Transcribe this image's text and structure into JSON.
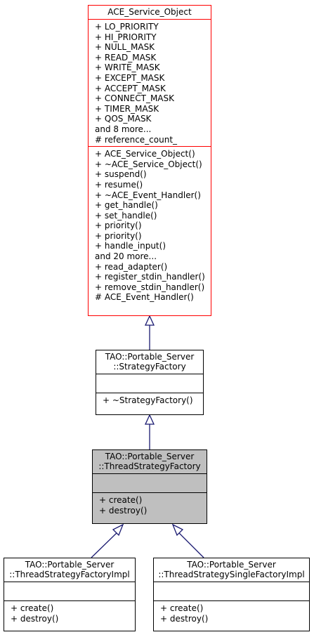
{
  "classes": {
    "service_object": {
      "title": [
        "ACE_Service_Object"
      ],
      "attributes": [
        "+ LO_PRIORITY",
        "+ HI_PRIORITY",
        "+ NULL_MASK",
        "+ READ_MASK",
        "+ WRITE_MASK",
        "+ EXCEPT_MASK",
        "+ ACCEPT_MASK",
        "+ CONNECT_MASK",
        "+ TIMER_MASK",
        "+ QOS_MASK",
        "and 8 more...",
        "# reference_count_"
      ],
      "operations": [
        "+ ACE_Service_Object()",
        "+ ~ACE_Service_Object()",
        "+ suspend()",
        "+ resume()",
        "+ ~ACE_Event_Handler()",
        "+ get_handle()",
        "+ set_handle()",
        "+ priority()",
        "+ priority()",
        "+ handle_input()",
        "and 20 more...",
        "+ read_adapter()",
        "+ register_stdin_handler()",
        "+ remove_stdin_handler()",
        "# ACE_Event_Handler()"
      ]
    },
    "strategy_factory": {
      "title": [
        "TAO::Portable_Server",
        "::StrategyFactory"
      ],
      "attributes": [],
      "operations": [
        "+ ~StrategyFactory()"
      ]
    },
    "thread_strategy_factory": {
      "title": [
        "TAO::Portable_Server",
        "::ThreadStrategyFactory"
      ],
      "attributes": [],
      "operations": [
        "+ create()",
        "+ destroy()"
      ]
    },
    "thread_strategy_factory_impl": {
      "title": [
        "TAO::Portable_Server",
        "::ThreadStrategyFactoryImpl"
      ],
      "attributes": [],
      "operations": [
        "+ create()",
        "+ destroy()"
      ]
    },
    "thread_strategy_single_factory_impl": {
      "title": [
        "TAO::Portable_Server",
        "::ThreadStrategySingleFactoryImpl"
      ],
      "attributes": [],
      "operations": [
        "+ create()",
        "+ destroy()"
      ]
    }
  },
  "colors": {
    "edge": "#191970",
    "highlight_border": "#ff0000",
    "focus_fill": "#bfbfbf"
  }
}
